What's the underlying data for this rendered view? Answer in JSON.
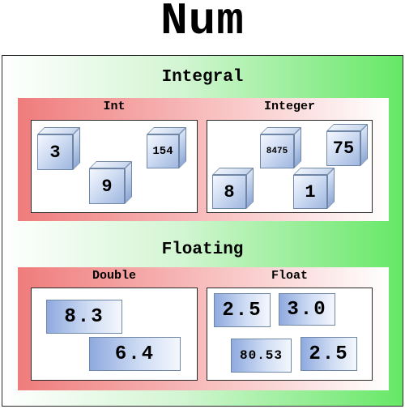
{
  "title": "Num",
  "integral": {
    "label": "Integral",
    "int": {
      "label": "Int",
      "values": [
        "3",
        "9",
        "154"
      ]
    },
    "integer": {
      "label": "Integer",
      "values": [
        "8475",
        "75",
        "8",
        "1"
      ]
    }
  },
  "floating": {
    "label": "Floating",
    "double": {
      "label": "Double",
      "values": [
        "8.3",
        "6.4"
      ]
    },
    "float": {
      "label": "Float",
      "values": [
        "2.5",
        "3.0",
        "80.53",
        "2.5"
      ]
    }
  }
}
